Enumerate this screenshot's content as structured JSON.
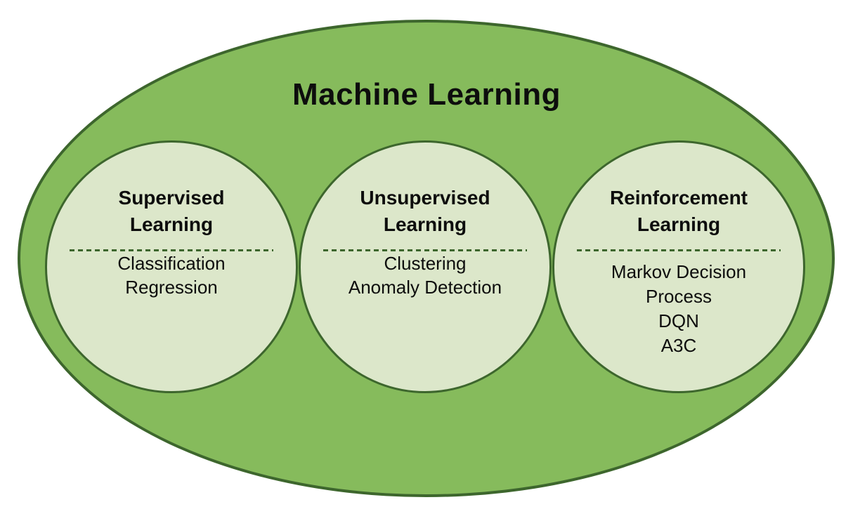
{
  "diagram": {
    "title": "Machine Learning",
    "colors": {
      "outer_fill": "#86BB5C",
      "outer_border": "#3D662D",
      "circle_fill": "#DCE7CA",
      "circle_border": "#3D662D",
      "text": "#0D0D0D",
      "background": "#FFFFFF"
    },
    "circles": [
      {
        "title": "Supervised Learning",
        "items": [
          "Classification",
          "Regression"
        ]
      },
      {
        "title": "Unsupervised Learning",
        "items": [
          "Clustering",
          "Anomaly Detection"
        ]
      },
      {
        "title": "Reinforcement Learning",
        "items": [
          "Markov Decision Process",
          "DQN",
          "A3C"
        ]
      }
    ]
  }
}
